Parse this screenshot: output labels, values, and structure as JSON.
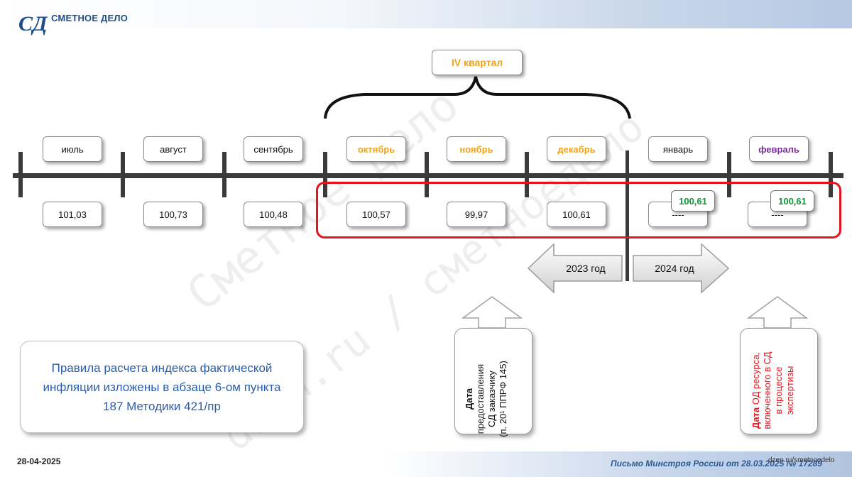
{
  "header": {
    "logo_mark": "СД",
    "title": "СМЕТНОЕ ДЕЛО"
  },
  "quarter_label": "IV квартал",
  "months": [
    {
      "label": "июль",
      "value": "101,03",
      "style": "plain"
    },
    {
      "label": "август",
      "value": "100,73",
      "style": "plain"
    },
    {
      "label": "сентябрь",
      "value": "100,48",
      "style": "plain"
    },
    {
      "label": "октябрь",
      "value": "100,57",
      "style": "orange"
    },
    {
      "label": "ноябрь",
      "value": "99,97",
      "style": "orange"
    },
    {
      "label": "декабрь",
      "value": "100,61",
      "style": "orange"
    },
    {
      "label": "январь",
      "value": "----",
      "style": "plain",
      "overlay": "100,61"
    },
    {
      "label": "февраль",
      "value": "----",
      "style": "purple",
      "overlay": "100,61"
    }
  ],
  "arrows": {
    "left_year": "2023 год",
    "right_year": "2024 год"
  },
  "rules_text": "Правила расчета индекса фактической инфляции изложены в абзаце 6-ом пункта 187 Методики 421/пр",
  "date_box": {
    "bold": "Дата",
    "line1": "предоставления",
    "line2": "СД заказчику",
    "line3": "(п. 20¹ ППРФ 145)"
  },
  "od_box": {
    "bold": "Дата",
    "line1_rest": "ОД ресурса,",
    "line2": "включенного в СД",
    "line3": "в процессе",
    "line4": "экспертизы"
  },
  "footer": {
    "date": "28-04-2025",
    "letter": "Письмо  Минстроя России от 28.03.2025 № 17289",
    "url": "dzen.ru/smetnoedelo"
  },
  "watermark": {
    "line1": "Сметное дело",
    "line2": "dzen.ru / сметноедело"
  },
  "colors": {
    "accent_orange": "#f2a31b",
    "accent_green": "#14923a",
    "accent_purple": "#7c2f99",
    "frame_red": "#e3141c",
    "brand_blue": "#1f4e8c"
  }
}
